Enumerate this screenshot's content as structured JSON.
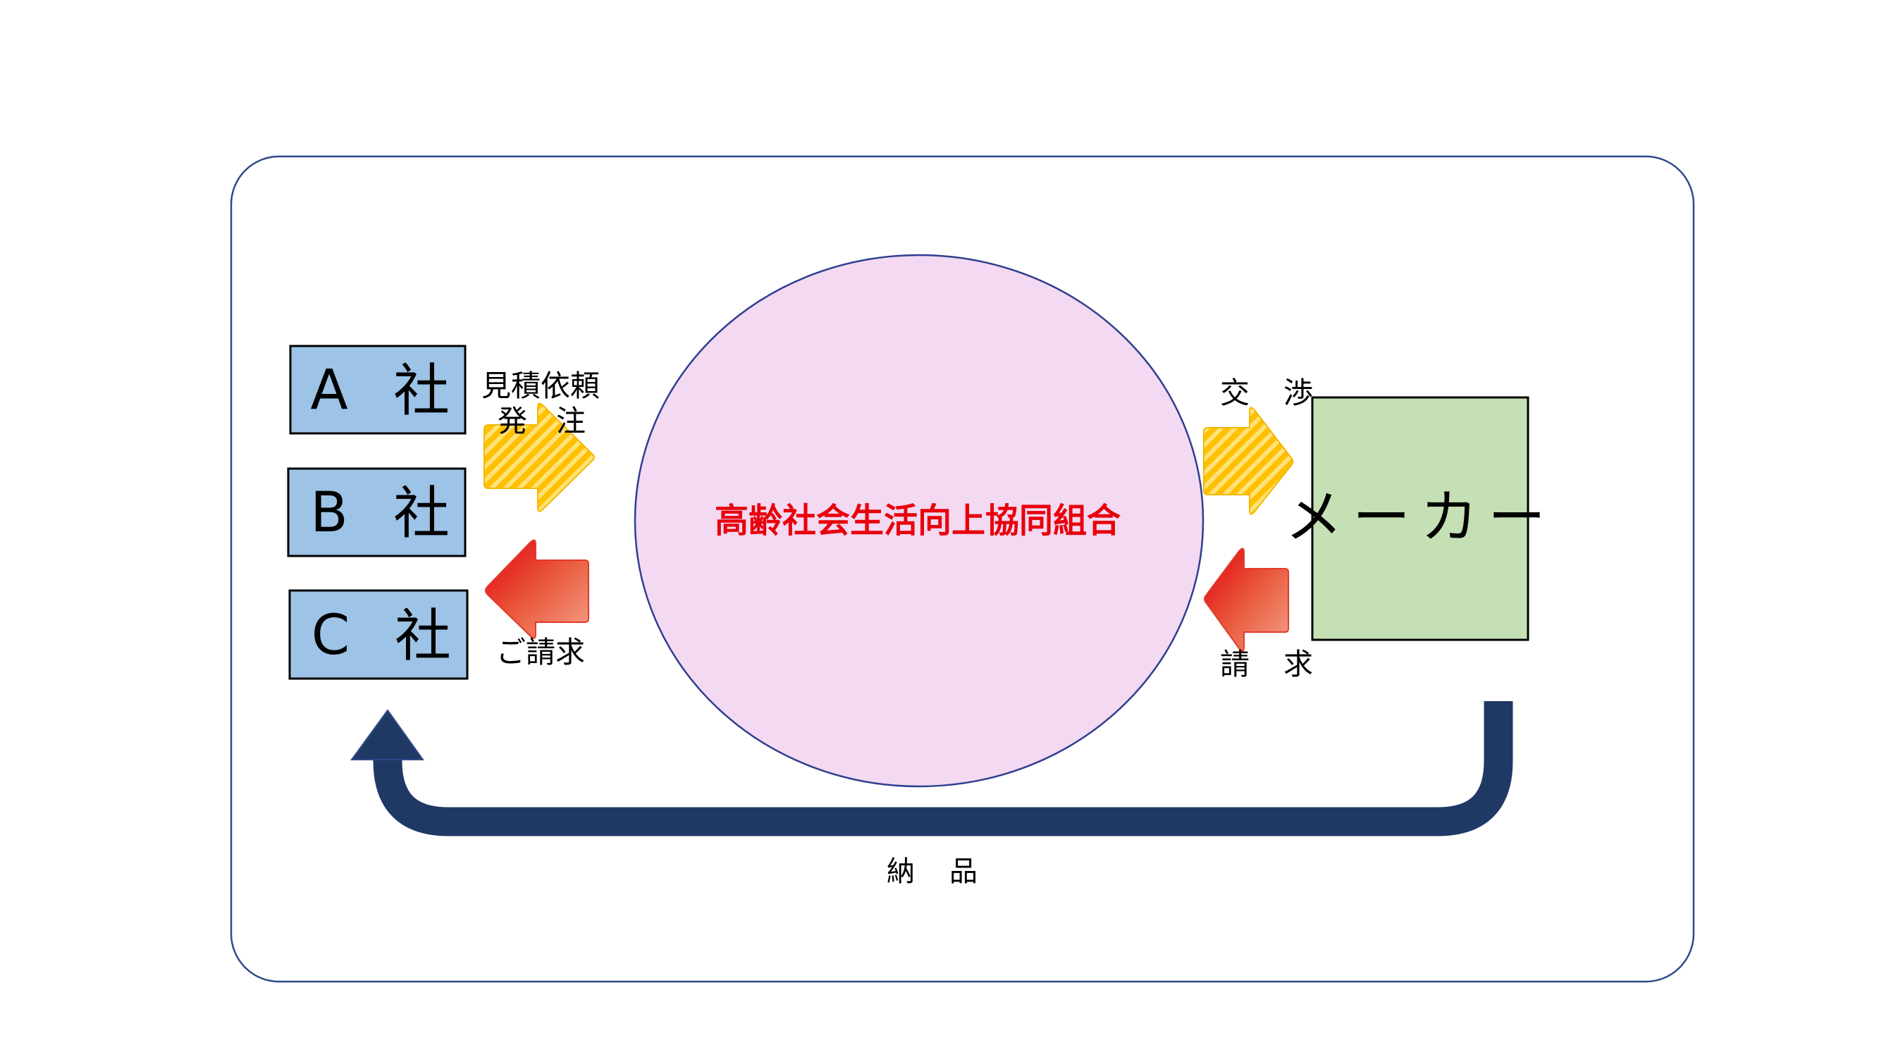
{
  "companies": [
    {
      "letter": "A",
      "suffix": "社"
    },
    {
      "letter": "B",
      "suffix": "社"
    },
    {
      "letter": "C",
      "suffix": "社"
    }
  ],
  "left_top_label": {
    "line1": "見積依頼",
    "line2a": "発",
    "line2b": "注"
  },
  "left_bottom_label": "ご請求",
  "center": {
    "title": "高齢社会生活向上協同組合"
  },
  "right_top_label": {
    "a": "交",
    "b": "渉"
  },
  "right_bottom_label": {
    "a": "請",
    "b": "求"
  },
  "maker": {
    "label": "メーカー"
  },
  "delivery_label": {
    "a": "納",
    "b": "品"
  },
  "colors": {
    "company_fill": "#9dc3e6",
    "maker_fill": "#c5e0b4",
    "circle_fill": "#f3d9f2",
    "circle_stroke": "#2f3f8f",
    "title_red": "#e8000b",
    "navy_arrow": "#203864",
    "frame_stroke": "#2f4a8a"
  }
}
